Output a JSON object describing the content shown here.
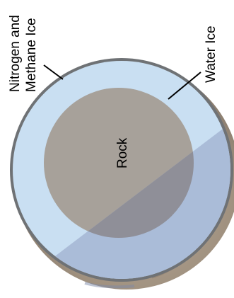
{
  "labels": {
    "outer_layer_line1": "Nitrogen and",
    "outer_layer_line2": "Methane Ice",
    "middle_layer": "Water Ice",
    "core": "Rock"
  },
  "colors": {
    "outer_shell_rim": "#6f7275",
    "water_ice_light": "#c9dff2",
    "water_ice_cut": "#a9b9d6",
    "rock_core": "#a7a19a",
    "rock_core_cut": "#8f8f98",
    "surface": "#a79a8c",
    "label_text": "#000000",
    "leader_line": "#000000"
  }
}
